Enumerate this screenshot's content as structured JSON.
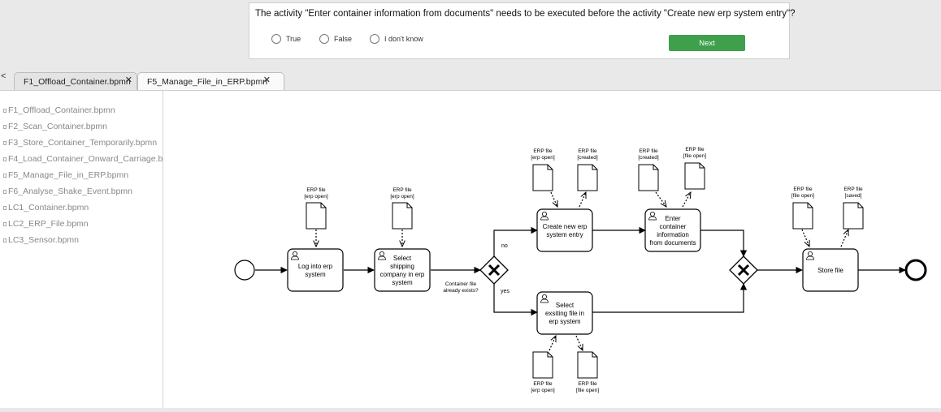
{
  "question": {
    "text": "The activity \"Enter container information from documents\" needs to be executed before the activity \"Create new erp system entry\"?",
    "options": [
      "True",
      "False",
      "I don't know"
    ],
    "next_label": "Next",
    "next_color": "#3ea04b"
  },
  "tabs": {
    "scroll_left": "<",
    "items": [
      {
        "label": "F1_Offload_Container.bpmn",
        "close": "✕"
      },
      {
        "label": "F5_Manage_File_in_ERP.bpmn",
        "close": "✕"
      }
    ]
  },
  "sidebar": {
    "files": [
      "F1_Offload_Container.bpmn",
      "F2_Scan_Container.bpmn",
      "F3_Store_Container_Temporarily.bpmn",
      "F4_Load_Container_Onward_Carriage.bpmn",
      "F5_Manage_File_in_ERP.bpmn",
      "F6_Analyse_Shake_Event.bpmn",
      "LC1_Container.bpmn",
      "LC2_ERP_File.bpmn",
      "LC3_Sensor.bpmn"
    ]
  },
  "diagram": {
    "tasks": {
      "log_into_erp": [
        "Log into erp",
        "system"
      ],
      "select_shipping": [
        "Select",
        "shipping",
        "company in erp",
        "system"
      ],
      "create_entry": [
        "Create new erp",
        "system entry"
      ],
      "enter_info": [
        "Enter",
        "container",
        "information",
        "from documents"
      ],
      "select_existing": [
        "Select",
        "exsiting file in",
        "erp system"
      ],
      "store_file": [
        "Store file"
      ]
    },
    "data_objects": {
      "d1": [
        "ERP file",
        "[erp open]"
      ],
      "d2": [
        "ERP file",
        "[erp open]"
      ],
      "d3": [
        "ERP file",
        "[erp open]"
      ],
      "d4": [
        "ERP file",
        "[created]"
      ],
      "d5": [
        "ERP file",
        "[created]"
      ],
      "d6": [
        "ERP file",
        "[file open]"
      ],
      "d7": [
        "ERP file",
        "[file open]"
      ],
      "d8": [
        "ERP file",
        "[saved]"
      ],
      "d9": [
        "ERP file",
        "[erp open]"
      ],
      "d10": [
        "ERP file",
        "[file open]"
      ]
    },
    "gateway_label": [
      "Container file",
      "already exists?"
    ],
    "flow_no": "no",
    "flow_yes": "yes"
  }
}
